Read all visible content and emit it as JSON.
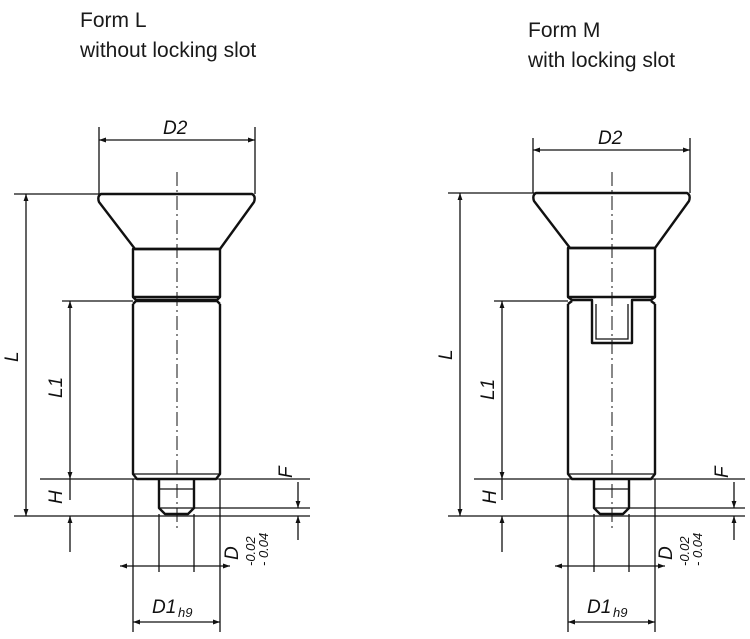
{
  "form_l": {
    "title": "Form L",
    "subtitle": "without locking slot"
  },
  "form_m": {
    "title": "Form M",
    "subtitle": "with locking slot"
  },
  "dims": {
    "d2": "D2",
    "l": "L",
    "l1": "L1",
    "h": "H",
    "f": "F",
    "d": "D",
    "d_tol_upper": "-0.02",
    "d_tol_lower": "- 0.04",
    "d1": "D1",
    "d1_fit": "h9"
  }
}
